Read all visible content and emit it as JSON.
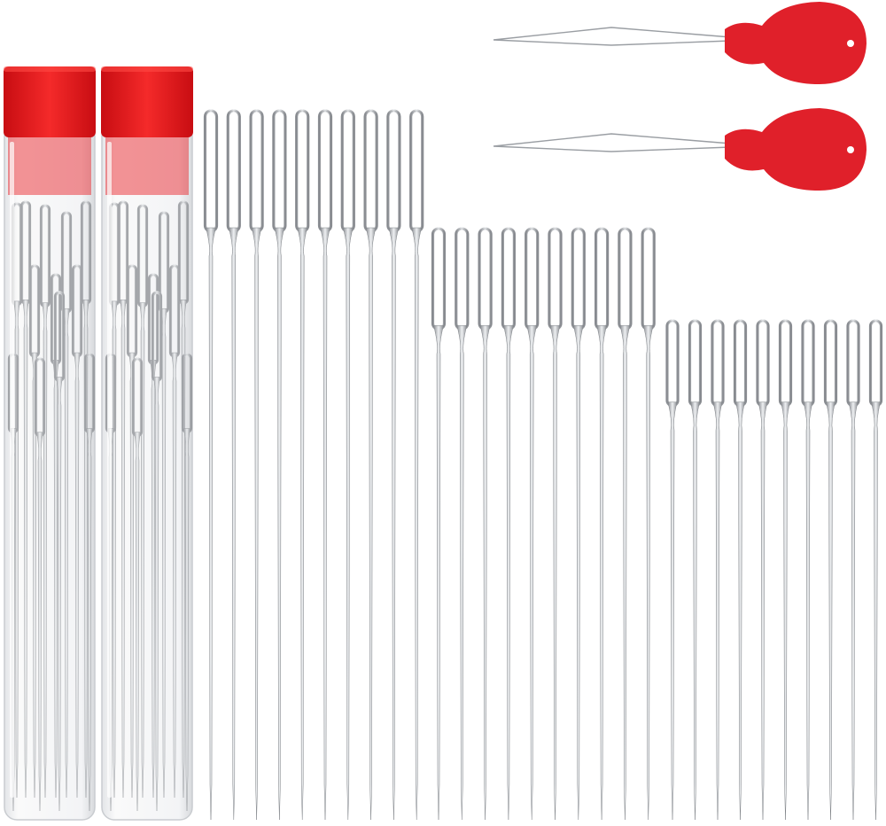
{
  "colors": {
    "background": "#ffffff",
    "cap_red": "#e8151b",
    "handle_red": "#e0202a",
    "steel": "#b9bcc0",
    "steel_dark": "#7d8186"
  },
  "tubes": [
    {
      "contents": "needles"
    },
    {
      "contents": "needles"
    }
  ],
  "needle_groups": [
    {
      "size": "large",
      "count": 10
    },
    {
      "size": "medium",
      "count": 10
    },
    {
      "size": "small",
      "count": 10
    }
  ],
  "threaders": [
    {
      "handle": "red"
    },
    {
      "handle": "red"
    }
  ]
}
